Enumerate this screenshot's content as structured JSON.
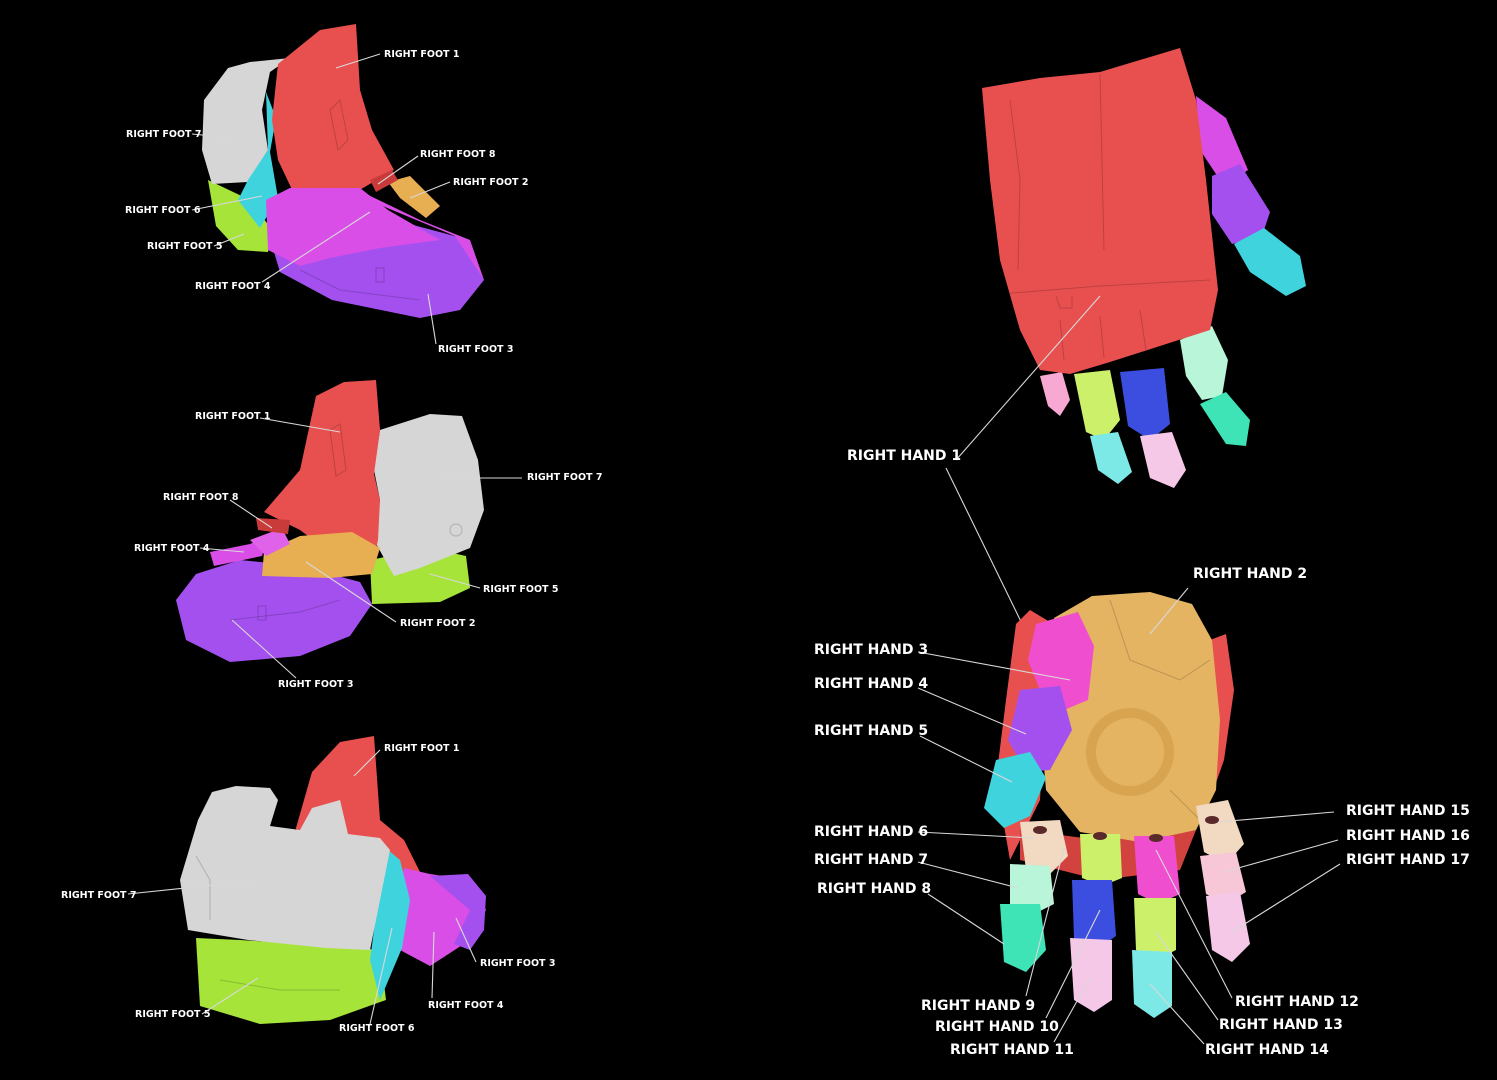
{
  "colors": {
    "background": "#000000",
    "red": "#e8504f",
    "white_grey": "#d6d6d6",
    "cyan": "#3fd3dd",
    "lime": "#a6e43a",
    "magenta": "#d84ee6",
    "purple": "#a450ee",
    "orange": "#e8ae52",
    "tan": "#e4b463",
    "pink": "#ef4fcf",
    "light_peach": "#f2d9c2",
    "mint": "#b9f5d9",
    "teal": "#3ee3b6",
    "blue": "#3b4ee0",
    "light_pink": "#f5c8e8",
    "yellow_green": "#cdf06b",
    "light_cyan": "#7de9e6",
    "blush": "#f7c7d8"
  },
  "foot_views": [
    {
      "labels": {
        "rf1": "RIGHT FOOT 1",
        "rf7": "RIGHT FOOT 7",
        "rf8": "RIGHT FOOT 8",
        "rf2": "RIGHT FOOT 2",
        "rf6": "RIGHT FOOT 6",
        "rf5": "RIGHT FOOT 5",
        "rf4": "RIGHT FOOT 4",
        "rf3": "RIGHT FOOT 3"
      }
    },
    {
      "labels": {
        "rf1": "RIGHT FOOT 1",
        "rf7": "RIGHT FOOT 7",
        "rf8": "RIGHT FOOT 8",
        "rf4": "RIGHT FOOT 4",
        "rf5": "RIGHT FOOT 5",
        "rf2": "RIGHT FOOT 2",
        "rf3": "RIGHT FOOT 3"
      }
    },
    {
      "labels": {
        "rf1": "RIGHT FOOT 1",
        "rf7": "RIGHT FOOT 7",
        "rf3": "RIGHT FOOT 3",
        "rf4": "RIGHT FOOT 4",
        "rf5": "RIGHT FOOT 5",
        "rf6": "RIGHT FOOT 6"
      }
    }
  ],
  "hand_labels": {
    "rh1": "RIGHT HAND 1",
    "rh2": "RIGHT HAND 2",
    "rh3": "RIGHT HAND 3",
    "rh4": "RIGHT HAND 4",
    "rh5": "RIGHT HAND 5",
    "rh6": "RIGHT HAND 6",
    "rh7": "RIGHT HAND 7",
    "rh8": "RIGHT HAND 8",
    "rh9": "RIGHT HAND 9",
    "rh10": "RIGHT HAND 10",
    "rh11": "RIGHT HAND 11",
    "rh12": "RIGHT HAND 12",
    "rh13": "RIGHT HAND 13",
    "rh14": "RIGHT HAND 14",
    "rh15": "RIGHT HAND 15",
    "rh16": "RIGHT HAND 16",
    "rh17": "RIGHT HAND 17"
  }
}
